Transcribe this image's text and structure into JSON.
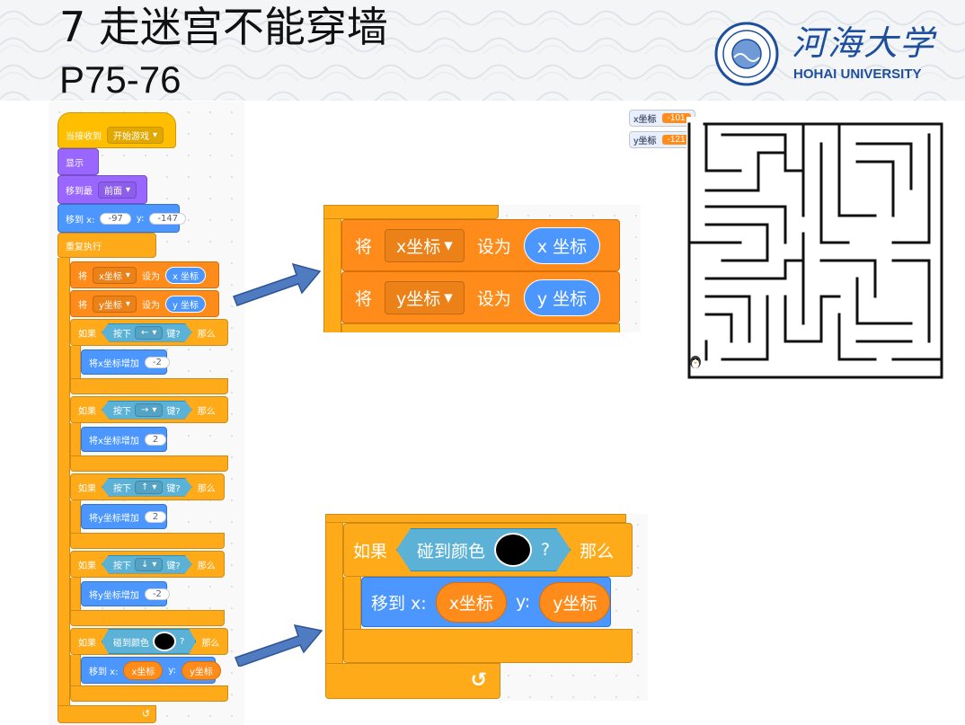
{
  "slide": {
    "title_line1": "7 走迷宫不能穿墙",
    "title_line2": "P75-76",
    "logo_cn": "河海大学",
    "logo_en": "HOHAI UNIVERSITY"
  },
  "script": {
    "hat_when": "当接收到",
    "hat_message": "开始游戏",
    "show": "显示",
    "go_to_layer": "移到最",
    "go_to_layer_option": "前面",
    "goto_label": "移到 x:",
    "goto_x": "-97",
    "goto_y_label": "y:",
    "goto_y": "-147",
    "forever": "重复执行",
    "set_word": "将",
    "set_to": "设为",
    "var_x": "x坐标",
    "var_y": "y坐标",
    "rep_x": "x 坐标",
    "rep_y": "y 坐标",
    "if_word": "如果",
    "then_word": "那么",
    "key_pressed": "按下",
    "key_suffix": "键?",
    "key_left": "←",
    "key_right": "→",
    "key_up": "↑",
    "key_down": "↓",
    "change_x": "将x坐标增加",
    "change_y": "将y坐标增加",
    "val_neg2": "-2",
    "val_pos2": "2",
    "touch_color": "碰到颜色",
    "question": "?",
    "goto_x_short": "移到 x:",
    "goto_y_short": "y:",
    "repeat_arrow": "↺"
  },
  "zoom1": {
    "set_word": "将",
    "var_x": "x坐标",
    "var_y": "y坐标",
    "set_to": "设为",
    "rep_x": "x 坐标",
    "rep_y": "y 坐标"
  },
  "zoom2": {
    "if_word": "如果",
    "touch_color": "碰到颜色",
    "question": "?",
    "then_word": "那么",
    "goto_label": "移到 x:",
    "var_x": "x坐标",
    "y_label": "y:",
    "var_y": "y坐标",
    "repeat_arrow": "↺"
  },
  "stage": {
    "monitor_x_label": "x坐标",
    "monitor_x_value": "-101",
    "monitor_y_label": "y坐标",
    "monitor_y_value": "-121"
  },
  "colors": {
    "events": "#ffbf00",
    "looks": "#9966ff",
    "motion": "#4c97ff",
    "control": "#ffab19",
    "variables": "#ff8c1a",
    "sensing": "#5cb1d6",
    "arrow": "#4f7bc1",
    "logo_blue": "#1d4f9c"
  }
}
